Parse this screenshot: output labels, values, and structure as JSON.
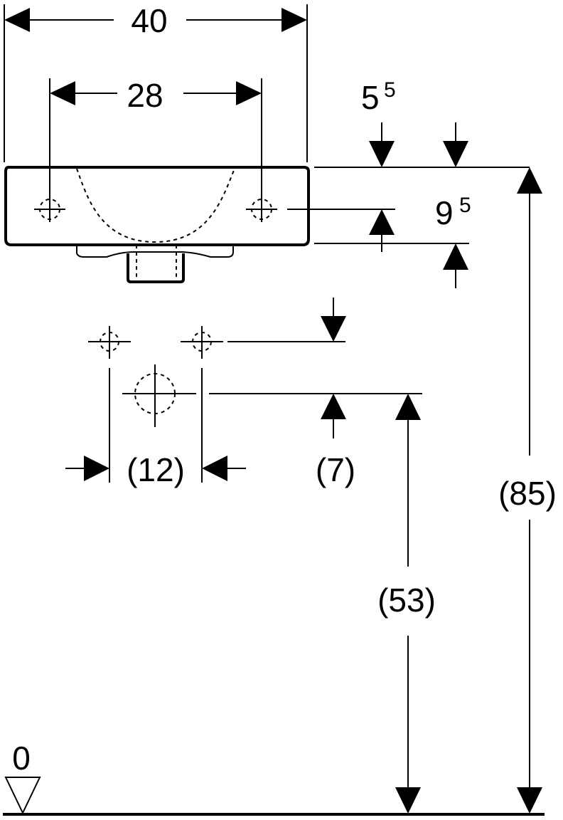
{
  "dimensions": {
    "width_total": "40",
    "hole_spacing": "28",
    "rim_offset_main": "5",
    "rim_offset_sup": "5",
    "hole_height_main": "9",
    "hole_height_sup": "5",
    "supply_spacing": "(12)",
    "supply_offset": "(7)",
    "drain_height": "(53)",
    "overall_height": "(85)"
  },
  "floor": {
    "level_label": "0"
  }
}
